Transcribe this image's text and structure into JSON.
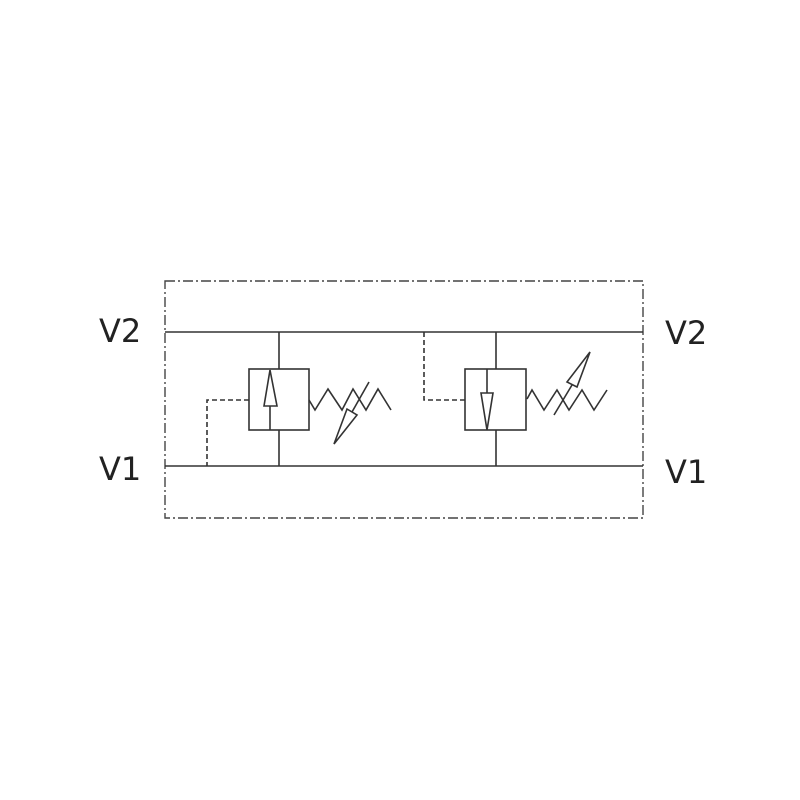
{
  "ports": {
    "left_v2": "V2",
    "left_v1": "V1",
    "right_v2": "V2",
    "right_v1": "V1"
  }
}
